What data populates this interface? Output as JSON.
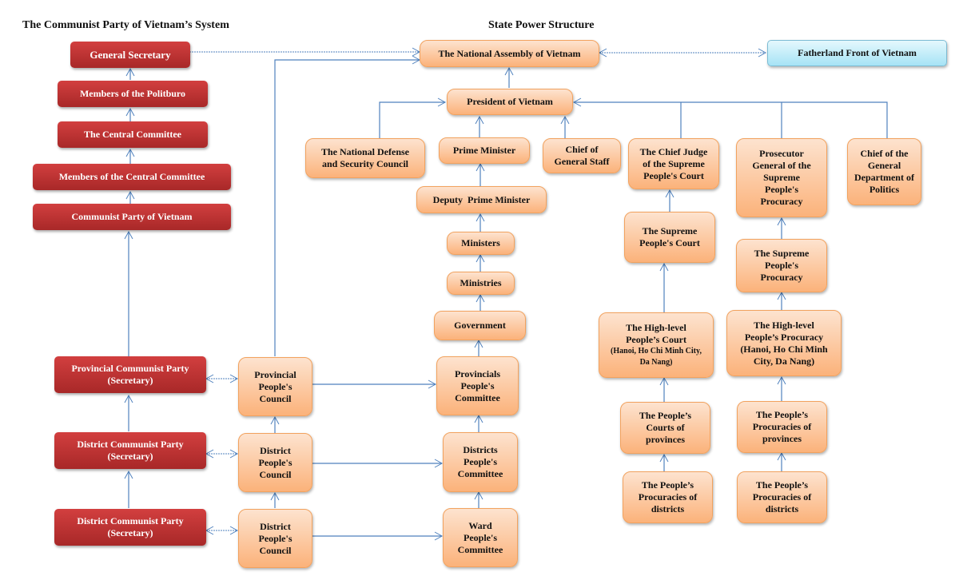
{
  "titles": {
    "party_system": "The Communist Party of Vietnam’s System",
    "state_structure": "State Power Structure"
  },
  "colors": {
    "party_node": "#c93535",
    "state_node": "#fbc08f",
    "front_node": "#bdeaf8",
    "connector": "#4f81bd"
  },
  "party": {
    "general_secretary": "General Secretary",
    "politburo": "Members of the Politburo",
    "central_committee": "The Central Committee",
    "cc_members": "Members of the Central Committee",
    "cpv": "Communist Party of Vietnam",
    "provincial": {
      "line1": "Provincial Communist Party",
      "line2": "(Secretary)"
    },
    "district1": {
      "line1": "District Communist Party",
      "line2": "(Secretary)"
    },
    "district2": {
      "line1": "District Communist Party",
      "line2": "(Secretary)"
    }
  },
  "state": {
    "national_assembly": "The National Assembly of Vietnam",
    "fatherland_front": "Fatherland Front of Vietnam",
    "president": "President of Vietnam",
    "defense_council": "The National Defense and Security Council",
    "prime_minister": "Prime Minister",
    "chief_general_staff": "Chief of General Staff",
    "chief_judge": "The Chief Judge of the Supreme People's Court",
    "prosecutor_general": "Prosecutor General of the Supreme People's Procuracy",
    "chief_politics": "Chief of the General Department of Politics",
    "deputy_pm": "Deputy  Prime Minister",
    "ministers": "Ministers",
    "ministries": "Ministries",
    "government": "Government",
    "provincial_committee": "Provincials People's Committee",
    "districts_committee": "Districts People's Committee",
    "ward_committee": "Ward People's Committee",
    "provincial_council": "Provincial People's Council",
    "district_council1": "District People's Council",
    "district_council2": "District People's Council",
    "supreme_court": "The Supreme People's Court",
    "high_court": {
      "line1": "The High-level People’s Court",
      "line2": "(Hanoi, Ho Chi Minh City, Da Nang)"
    },
    "courts_provinces": "The People’s Courts of provinces",
    "procuracies_districts_left": "The People’s Procuracies of districts",
    "supreme_procuracy": "The Supreme People's Procuracy",
    "high_procuracy": "The High-level People’s Procuracy (Hanoi, Ho Chi Minh City, Da Nang)",
    "procuracies_provinces": "The People’s Procuracies of provinces",
    "procuracies_districts_right": "The People’s Procuracies of districts"
  }
}
